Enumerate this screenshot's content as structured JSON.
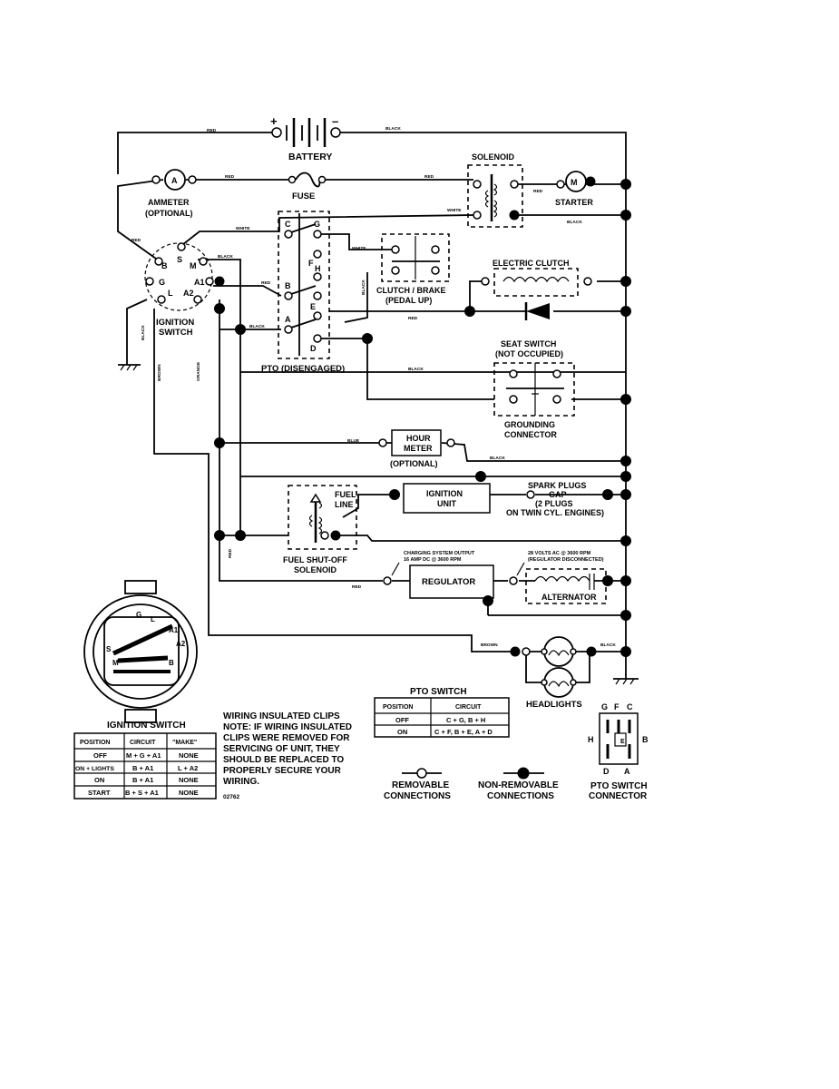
{
  "labels": {
    "battery": "BATTERY",
    "solenoid": "SOLENOID",
    "ammeter": "AMMETER",
    "ammeter_opt": "(OPTIONAL)",
    "fuse": "FUSE",
    "starter": "STARTER",
    "ignition_switch_l1": "IGNITION",
    "ignition_switch_l2": "SWITCH",
    "clutch_brake_l1": "CLUTCH / BRAKE",
    "clutch_brake_l2": "(PEDAL UP)",
    "electric_clutch": "ELECTRIC CLUTCH",
    "pto_disengaged": "PTO (DISENGAGED)",
    "seat_switch_l1": "SEAT SWITCH",
    "seat_switch_l2": "(NOT OCCUPIED)",
    "grounding_l1": "GROUNDING",
    "grounding_l2": "CONNECTOR",
    "hour_meter_l1": "HOUR",
    "hour_meter_l2": "METER",
    "hour_meter_opt": "(OPTIONAL)",
    "ignition_unit_l1": "IGNITION",
    "ignition_unit_l2": "UNIT",
    "spark_l1": "SPARK PLUGS",
    "spark_l2": "GAP",
    "spark_l3": "(2 PLUGS",
    "spark_l4": "ON TWIN CYL. ENGINES)",
    "fuel_l1": "FUEL",
    "fuel_l2": "LINE",
    "fuel_sol_l1": "FUEL SHUT-OFF",
    "fuel_sol_l2": "SOLENOID",
    "charging_l1": "CHARGING SYSTEM OUTPUT",
    "charging_l2": "16 AMP DC @ 3600 RPM",
    "volts_l1": "28 VOLTS AC @ 3600 RPM",
    "volts_l2": "(REGULATOR DISCONNECTED)",
    "regulator": "REGULATOR",
    "alternator": "ALTERNATOR",
    "headlights": "HEADLIGHTS",
    "removable_l1": "REMOVABLE",
    "removable_l2": "CONNECTIONS",
    "nonremovable_l1": "NON-REMOVABLE",
    "nonremovable_l2": "CONNECTIONS",
    "pto_conn_l1": "PTO SWITCH",
    "pto_conn_l2": "CONNECTOR",
    "part_no": "02762"
  },
  "wires": {
    "red": "RED",
    "black": "BLACK",
    "white": "WHITE",
    "blue": "BLUE",
    "brown": "BROWN",
    "orange": "ORANGE"
  },
  "terminals": {
    "plus": "+",
    "minus": "–",
    "a": "A",
    "m": "M",
    "b": "B",
    "s": "S",
    "l": "L",
    "g": "G",
    "a1": "A1",
    "a2": "A2",
    "c": "C",
    "f": "F",
    "h": "H",
    "e": "E",
    "d": "D"
  },
  "ignition_table": {
    "title": "IGNITION SWITCH",
    "headers": [
      "POSITION",
      "CIRCUIT",
      "\"MAKE\""
    ],
    "rows": [
      [
        "OFF",
        "M + G + A1",
        "NONE"
      ],
      [
        "ON + LIGHTS",
        "B + A1",
        "L + A2"
      ],
      [
        "ON",
        "B + A1",
        "NONE"
      ],
      [
        "START",
        "B + S + A1",
        "NONE"
      ]
    ]
  },
  "pto_table": {
    "title": "PTO SWITCH",
    "headers": [
      "POSITION",
      "CIRCUIT"
    ],
    "rows": [
      [
        "OFF",
        "C + G, B + H"
      ],
      [
        "ON",
        "C + F, B + E, A + D"
      ]
    ]
  },
  "note": {
    "title": "WIRING INSULATED CLIPS",
    "lines": [
      "NOTE: IF WIRING INSULATED",
      "CLIPS WERE REMOVED FOR",
      "SERVICING OF UNIT, THEY",
      "SHOULD BE REPLACED TO",
      "PROPERLY SECURE YOUR",
      "WIRING."
    ]
  }
}
